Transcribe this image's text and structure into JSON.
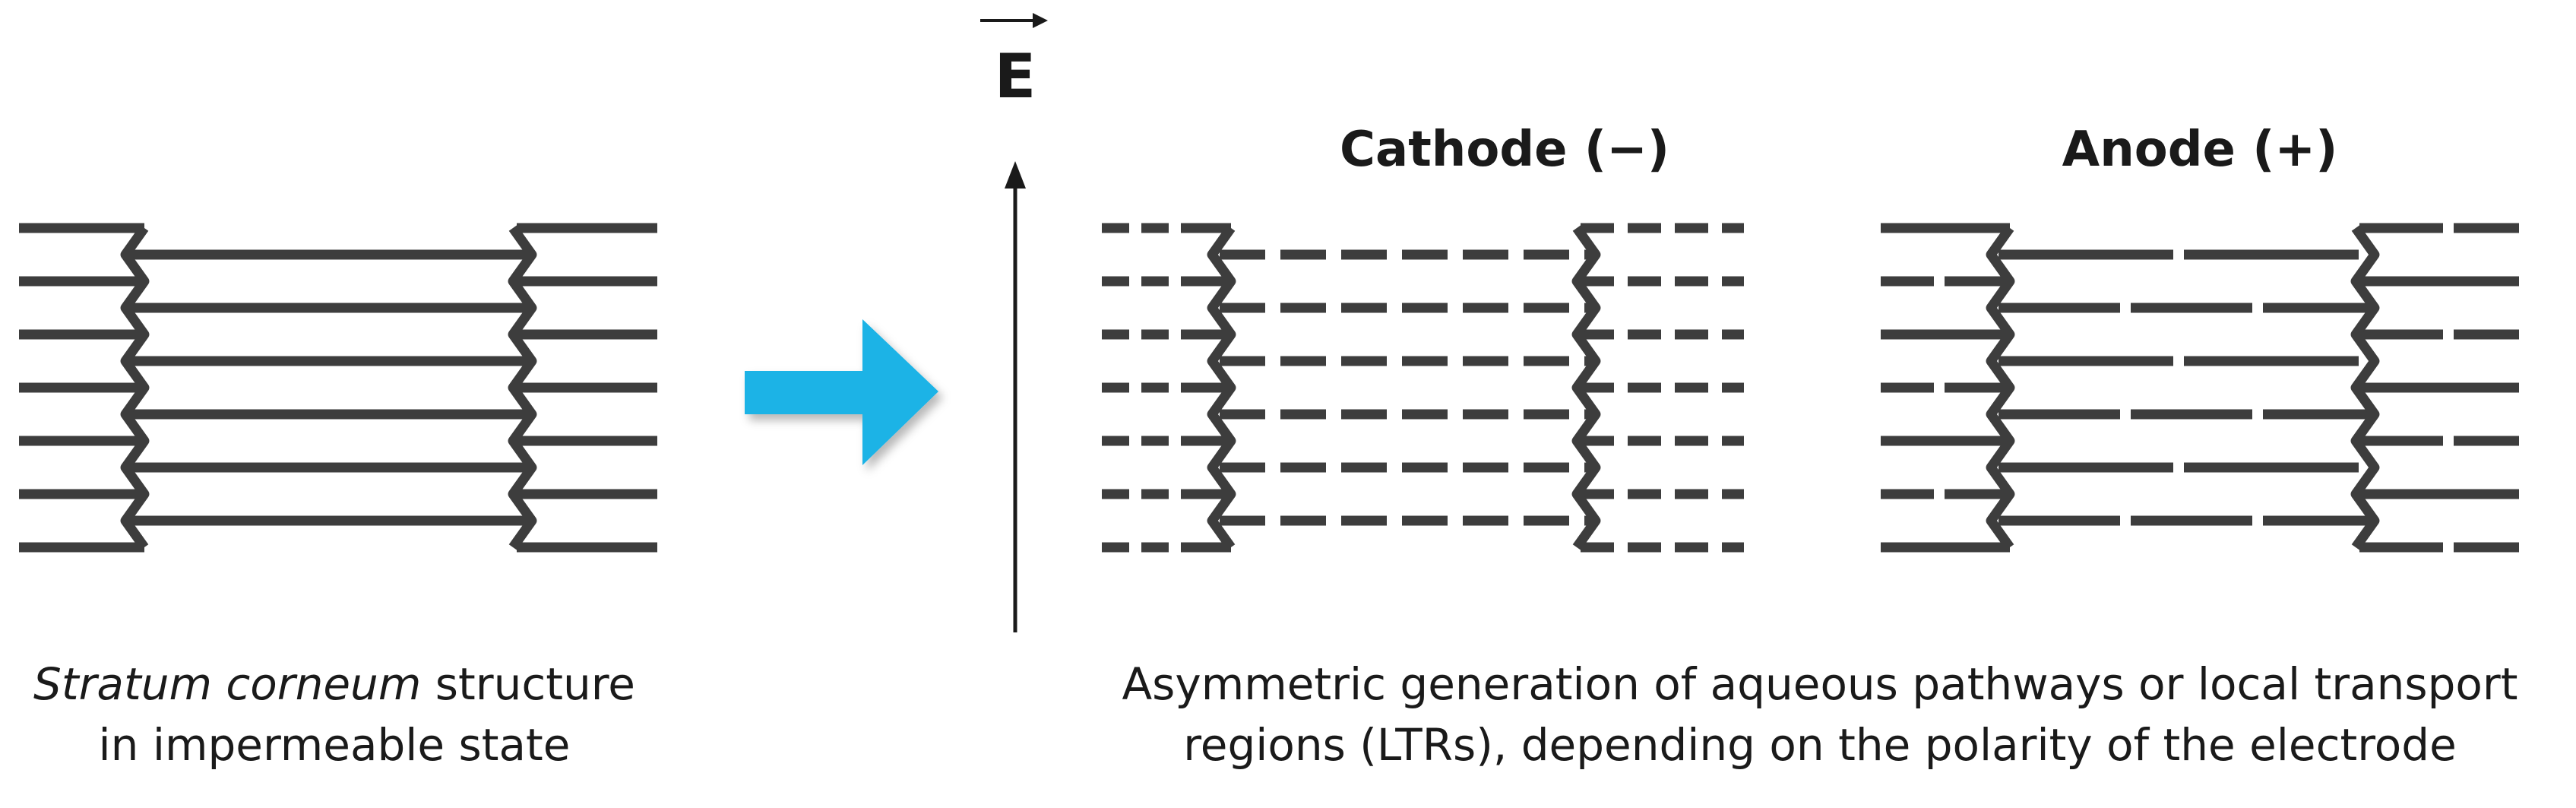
{
  "panels": {
    "cathode_title": "Cathode (−)",
    "anode_title": "Anode (+)"
  },
  "field": {
    "symbol": "E"
  },
  "captions": {
    "left_italic": "Stratum corneum",
    "left_rest": " structure",
    "left_line2": "in impermeable state",
    "right_line1": "Asymmetric generation of aqueous pathways or local transport",
    "right_line2": "regions (LTRs), depending on the polarity of the electrode"
  },
  "colors": {
    "membrane": "#3d3d3d",
    "arrow": "#1bb3e6",
    "text": "#1a1a1a"
  }
}
